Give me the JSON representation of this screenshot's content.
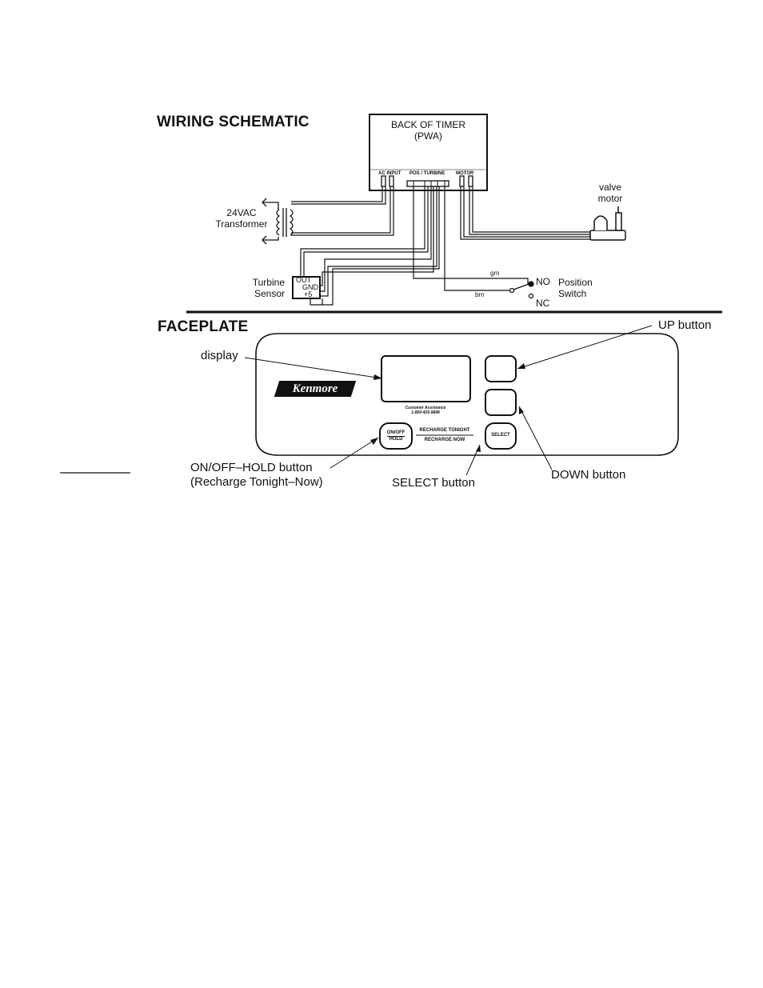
{
  "schematic": {
    "title": "WIRING SCHEMATIC",
    "timer": {
      "title_line1": "BACK OF TIMER",
      "title_line2": "(PWA)",
      "port_ac_input": "AC INPUT",
      "port_pos_turbine": "POS / TURBINE",
      "port_motor": "MOTOR"
    },
    "transformer": {
      "line1": "24VAC",
      "line2": "Transformer"
    },
    "valve_motor": {
      "line1": "valve",
      "line2": "motor"
    },
    "turbine_sensor": {
      "line1": "Turbine",
      "line2": "Sensor",
      "pin_out": "OUT",
      "pin_gnd": "GND",
      "pin_plus5": "+5"
    },
    "position_switch": {
      "line1": "Position",
      "line2": "Switch",
      "wire_grn": "grn",
      "wire_brn": "brn",
      "contact_no": "NO",
      "contact_nc": "NC"
    }
  },
  "faceplate": {
    "title": "FACEPLATE",
    "brand": "Kenmore",
    "assistance_line1": "Customer Assistance",
    "assistance_line2": "1-800-426-9848",
    "recharge_tonight": "RECHARGE TONIGHT",
    "recharge_now": "RECHARGE NOW",
    "onoff_button_line1": "ON/OFF",
    "onoff_button_line2": "HOLD",
    "select_button_label": "SELECT",
    "callouts": {
      "display": "display",
      "up_button": "UP button",
      "down_button": "DOWN button",
      "select_button": "SELECT button",
      "onoff_line1": "ON/OFF–HOLD button",
      "onoff_line2": "(Recharge Tonight–Now)"
    }
  }
}
